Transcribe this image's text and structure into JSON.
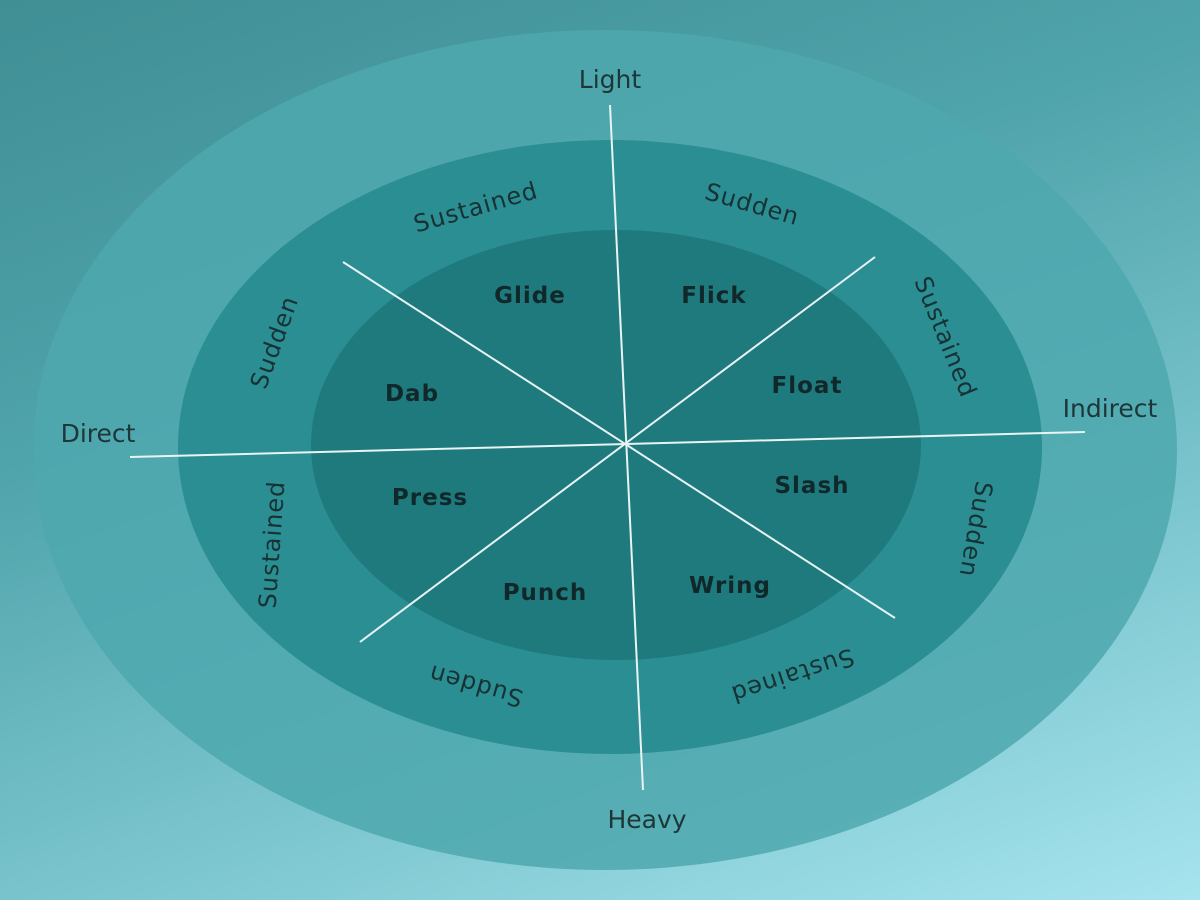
{
  "title": "Laban Effort Actions Diagram",
  "axes": {
    "top": "Light",
    "bottom": "Heavy",
    "left": "Direct",
    "right": "Indirect"
  },
  "ring_labels": [
    "Sustained",
    "Sudden",
    "Sustained",
    "Sudden",
    "Sustained",
    "Sudden",
    "Sustained",
    "Sudden"
  ],
  "actions": [
    "Glide",
    "Flick",
    "Dab",
    "Float",
    "Press",
    "Slash",
    "Punch",
    "Wring"
  ],
  "colors": {
    "outer_ring": "#4ea8ae",
    "middle_ring": "#2b8e93",
    "inner_circle": "#1e7a7d",
    "lines": "#e8f4f4"
  }
}
